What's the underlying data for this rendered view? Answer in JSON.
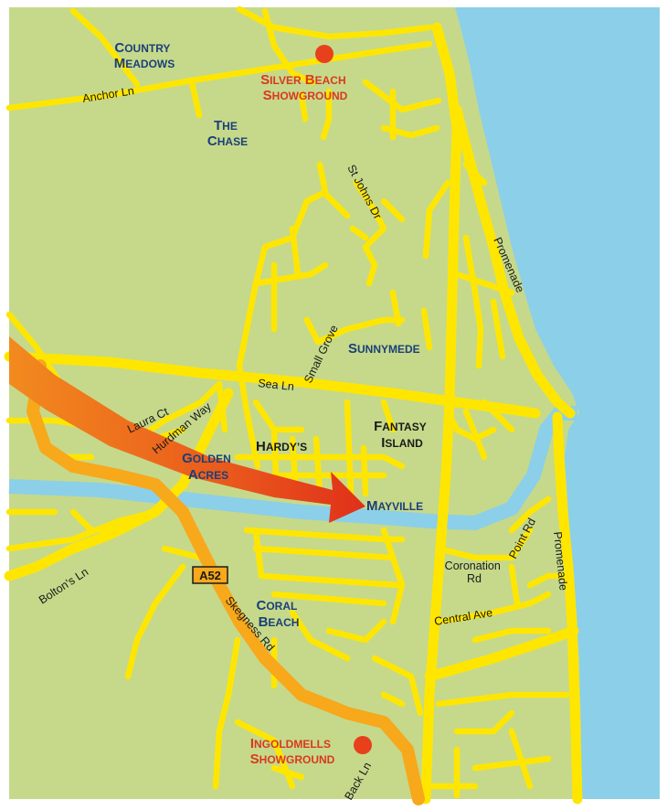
{
  "areas": {
    "country_meadows": [
      "C",
      "OUNTRY",
      "M",
      "EADOWS"
    ],
    "the_chase": [
      "T",
      "HE",
      "C",
      "HASE"
    ],
    "sunnymede": [
      "S",
      "UNNYMEDE"
    ],
    "fantasy_island": [
      "F",
      "ANTASY",
      "I",
      "SLAND"
    ],
    "hardys": [
      "H",
      "ARDY’S"
    ],
    "golden_acres": [
      "G",
      "OLDEN",
      "A",
      "CRES"
    ],
    "mayville": [
      "M",
      "AYVILLE"
    ],
    "coral_beach": [
      "C",
      "ORAL",
      "B",
      "EACH"
    ]
  },
  "landmarks": {
    "silver_beach": [
      "S",
      "ILVER",
      "B",
      "EACH",
      "S",
      "HOWGROUND"
    ],
    "ingoldmells": [
      "I",
      "NGOLDMELLS",
      "S",
      "HOWGROUND"
    ]
  },
  "streets": {
    "anchor_ln": "Anchor Ln",
    "st_johns_dr": "St Johns Dr",
    "promenade_north": "Promenade",
    "promenade_south": "Promenade",
    "small_grove": "Small Grove",
    "sea_ln": "Sea Ln",
    "laura_ct": "Laura Ct",
    "hurdman_way": "Hurdman Way",
    "boltons_ln": "Bolton's Ln",
    "skegness_rd": "Skegness Rd",
    "coronation_rd_1": "Coronation",
    "coronation_rd_2": "Rd",
    "point_rd": "Point Rd",
    "central_ave": "Central Ave",
    "back_ln": "Back Ln"
  },
  "road_shield": "A52",
  "colors": {
    "land": "#c6d98a",
    "sea": "#8ccfe8",
    "road": "#ffe600",
    "a_road": "#f7a81b",
    "river": "#8ccfe8",
    "area_label": "#1b3f7a",
    "landmark_label": "#d9381e",
    "landmark_dot": "#e8401c",
    "arrow": "#e84a1c"
  }
}
